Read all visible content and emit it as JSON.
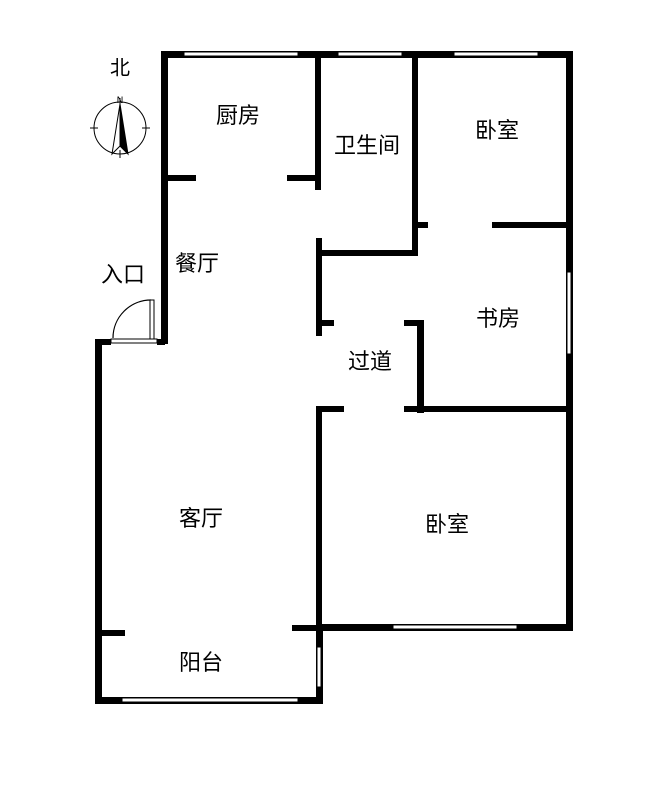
{
  "rooms": {
    "kitchen": "厨房",
    "bathroom": "卫生间",
    "bedroom_north": "卧室",
    "dining": "餐厅",
    "study": "书房",
    "corridor": "过道",
    "living": "客厅",
    "bedroom_south": "卧室",
    "balcony": "阳台"
  },
  "entrance_label": "入口",
  "compass": {
    "north_label": "北",
    "needle_letter": "N"
  },
  "colors": {
    "wall": "#000000",
    "background": "#ffffff"
  }
}
